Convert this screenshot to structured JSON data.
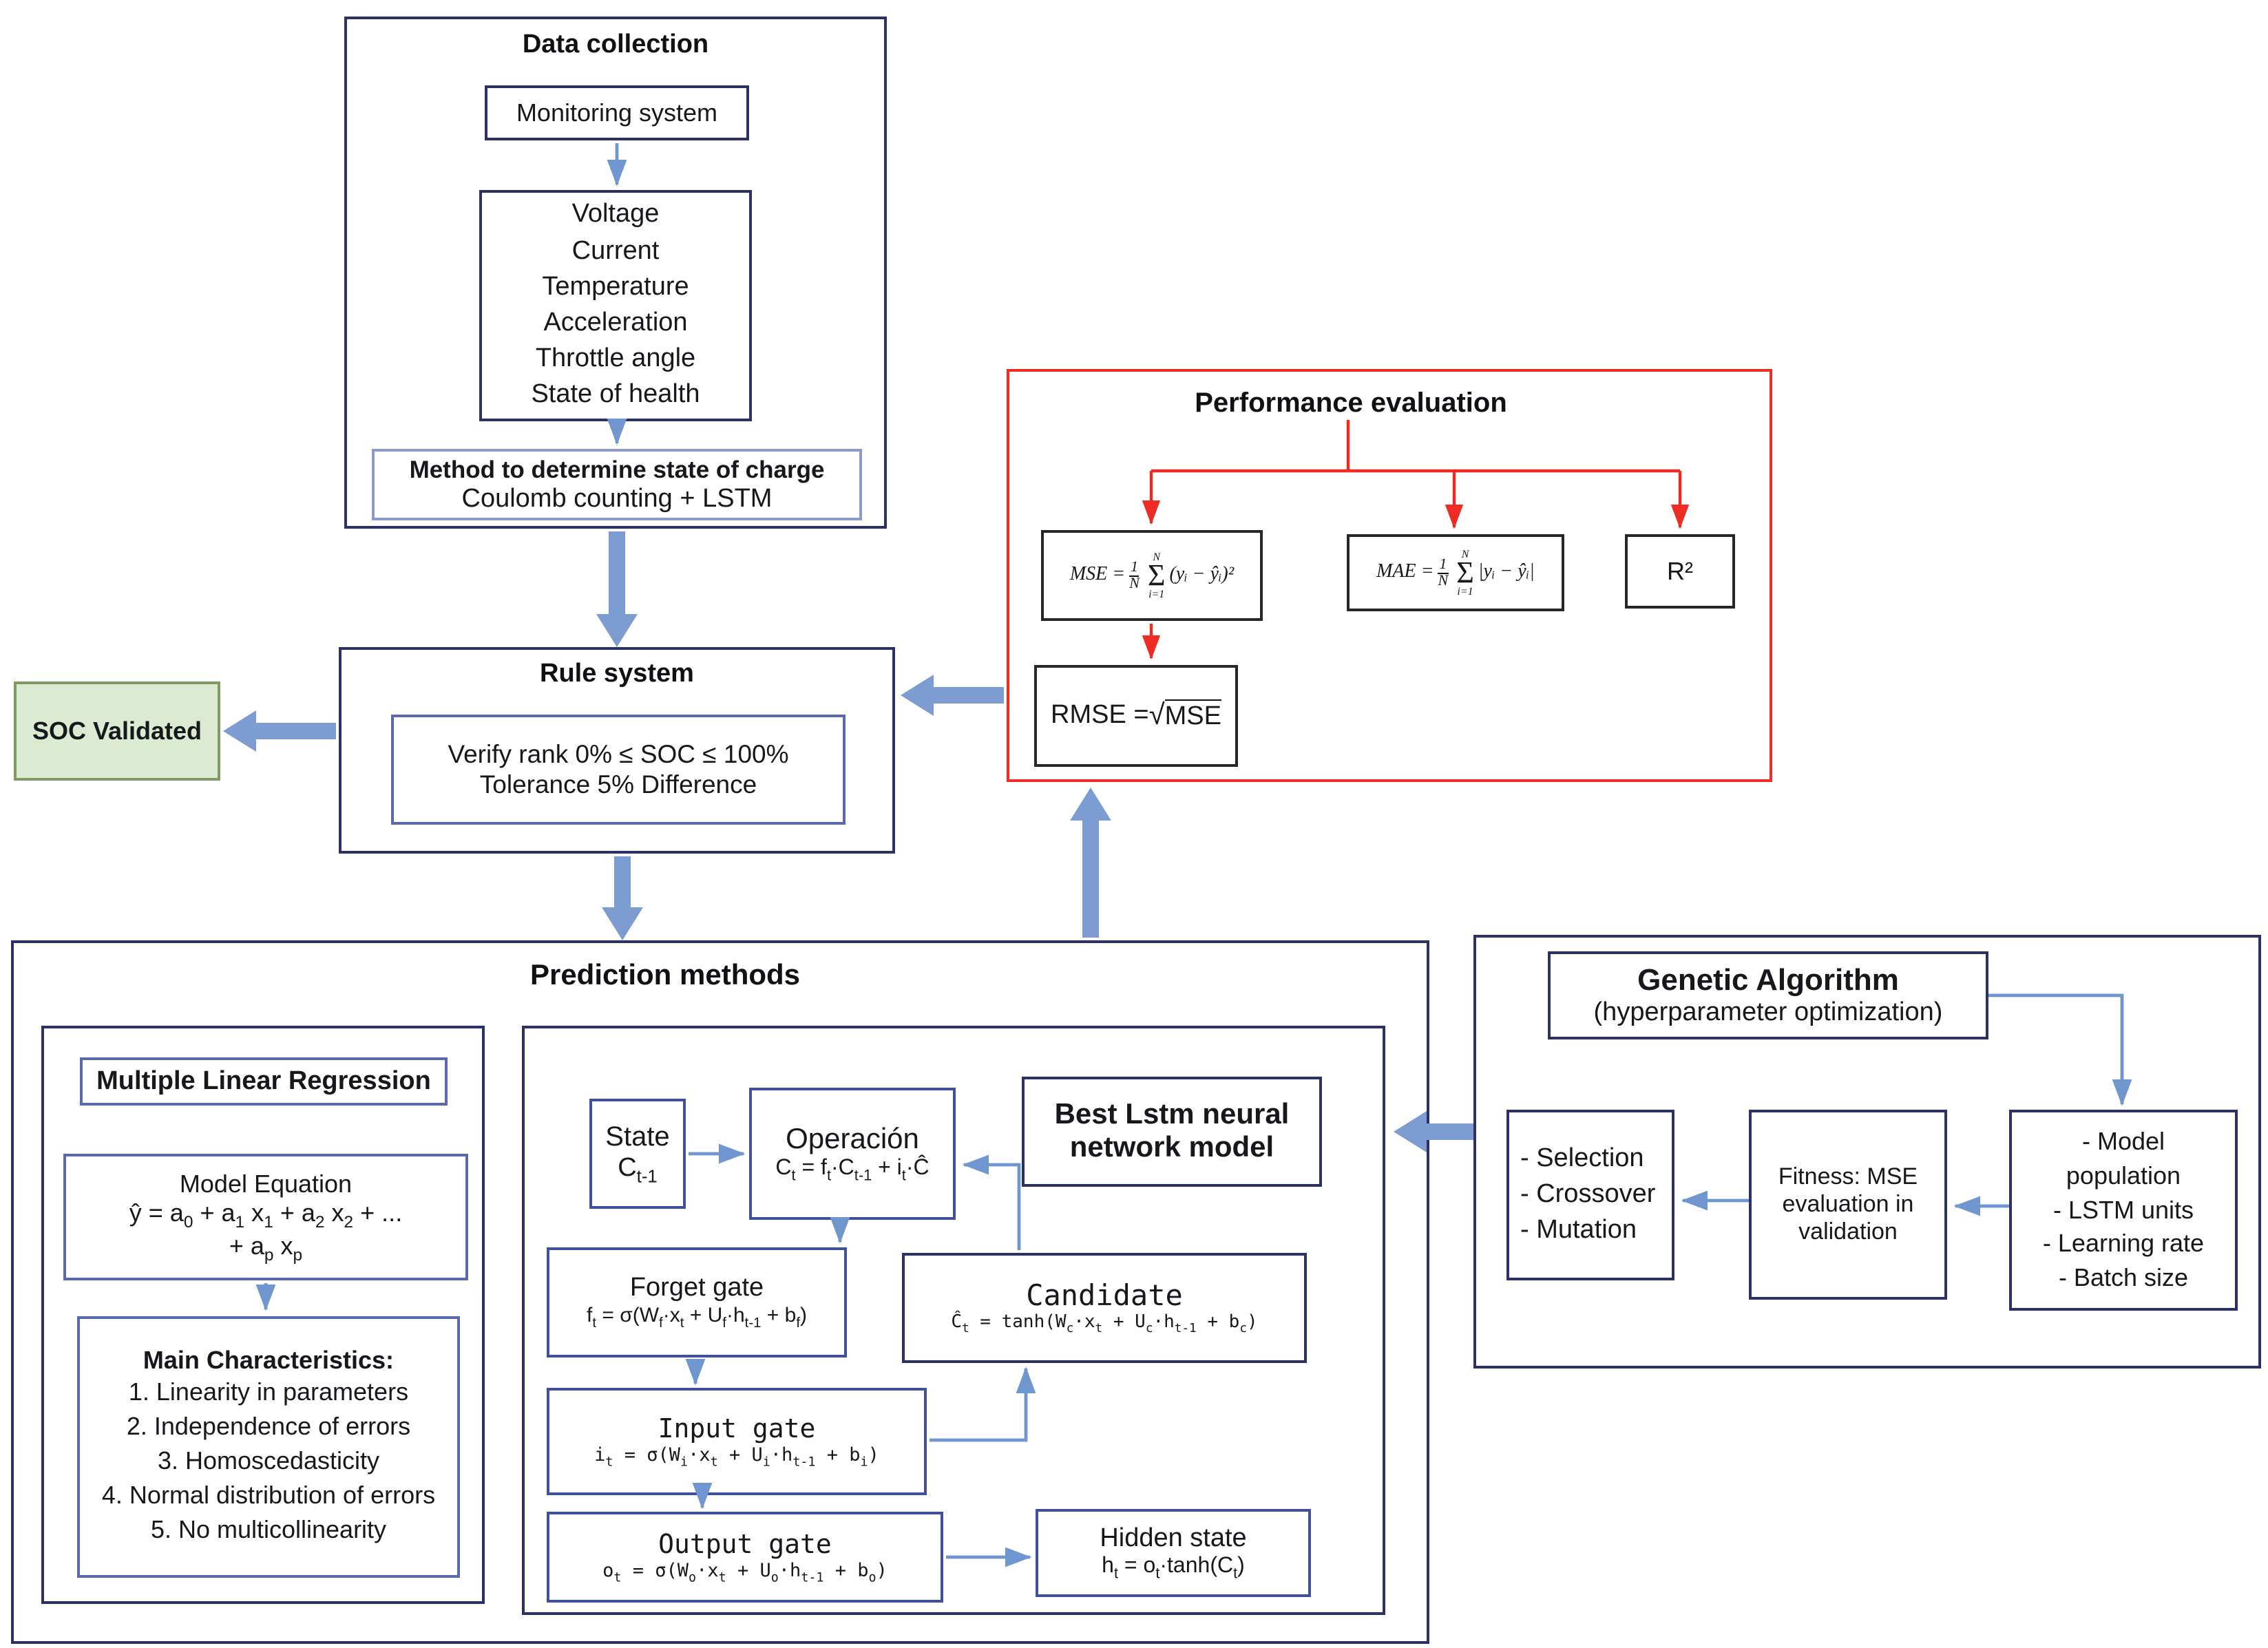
{
  "colors": {
    "border_navy": "#2c3163",
    "accent_red": "#ee2c23",
    "thick_arrow_blue": "#7d9dd2",
    "thin_arrow_blue": "#6f96cf",
    "validated_green_bg": "#dcead2",
    "validated_green_border": "#7f9a62"
  },
  "data_collection": {
    "title": "Data collection",
    "monitoring": "Monitoring system",
    "variables": [
      "Voltage",
      "Current",
      "Temperature",
      "Acceleration",
      "Throttle angle",
      "State of health"
    ],
    "method_title": "Method to determine state of charge",
    "method_value": "Coulomb counting + LSTM"
  },
  "rule_system": {
    "title": "Rule system",
    "line1": "Verify rank 0% ≤ SOC ≤ 100%",
    "line2": "Tolerance 5% Difference"
  },
  "soc_validated": {
    "label": "SOC Validated"
  },
  "performance": {
    "title": "Performance evaluation",
    "mse": {
      "lhs": "MSE =",
      "frac_num": "1",
      "frac_den": "N",
      "sum_sup": "N",
      "sum_sub": "i=1",
      "body": "(yᵢ − ŷᵢ)²"
    },
    "mae": {
      "lhs": "MAE =",
      "frac_num": "1",
      "frac_den": "N",
      "sum_sup": "N",
      "sum_sub": "i=1",
      "body": "|yᵢ − ŷᵢ|"
    },
    "r2": "R²",
    "rmse": {
      "lhs": "RMSE =",
      "rad": "√",
      "body": "MSE"
    }
  },
  "prediction": {
    "title": "Prediction methods",
    "mlr": {
      "title": "Multiple Linear Regression",
      "model_eq_title": "Model Equation",
      "model_eq_line1": "ŷ = a<sub>0</sub> + a<sub>1</sub> x<sub>1</sub> + a<sub>2</sub> x<sub>2</sub> + ...",
      "model_eq_line2": "+ a<sub>p</sub> x<sub>p</sub>",
      "chars_title": "Main Characteristics:",
      "chars": [
        "1. Linearity in parameters",
        "2. Independence of errors",
        "3. Homoscedasticity",
        "4. Normal distribution of errors",
        "5. No multicollinearity"
      ]
    },
    "lstm": {
      "state_title": "State",
      "state_formula": "C<sub>t-1</sub>",
      "operation_title": "Operación",
      "operation_formula": "C<sub>t</sub> = f<sub>t</sub>·C<sub>t-1</sub> + i<sub>t</sub>·Ĉ",
      "best_title": "Best Lstm neural network model",
      "forget_title": "Forget gate",
      "forget_formula": "f<sub>t</sub> = σ(W<sub>f</sub>·x<sub>t</sub> + U<sub>f</sub>·h<sub>t-1</sub> + b<sub>f</sub>)",
      "candidate_title": "Candidate",
      "candidate_formula": "Ĉ<sub>t</sub> = tanh(W<sub>c</sub>·x<sub>t</sub> + U<sub>c</sub>·h<sub>t-1</sub> + b<sub>c</sub>)",
      "input_title": "Input gate",
      "input_formula": "i<sub>t</sub> = σ(W<sub>i</sub>·x<sub>t</sub> + U<sub>i</sub>·h<sub>t-1</sub> + b<sub>i</sub>)",
      "output_title": "Output gate",
      "output_formula": "o<sub>t</sub> = σ(W<sub>o</sub>·x<sub>t</sub> + U<sub>o</sub>·h<sub>t-1</sub> + b<sub>o</sub>)",
      "hidden_title": "Hidden state",
      "hidden_formula": "h<sub>t</sub> = o<sub>t</sub>·tanh(C<sub>t</sub>)"
    }
  },
  "genetic": {
    "title": "Genetic Algorithm",
    "subtitle": "(hyperparameter optimization)",
    "population_lines": [
      "- Model population",
      "- LSTM units",
      "- Learning rate",
      "- Batch size"
    ],
    "fitness": "Fitness: MSE evaluation in validation",
    "operators": [
      "- Selection",
      "- Crossover",
      "- Mutation"
    ]
  }
}
